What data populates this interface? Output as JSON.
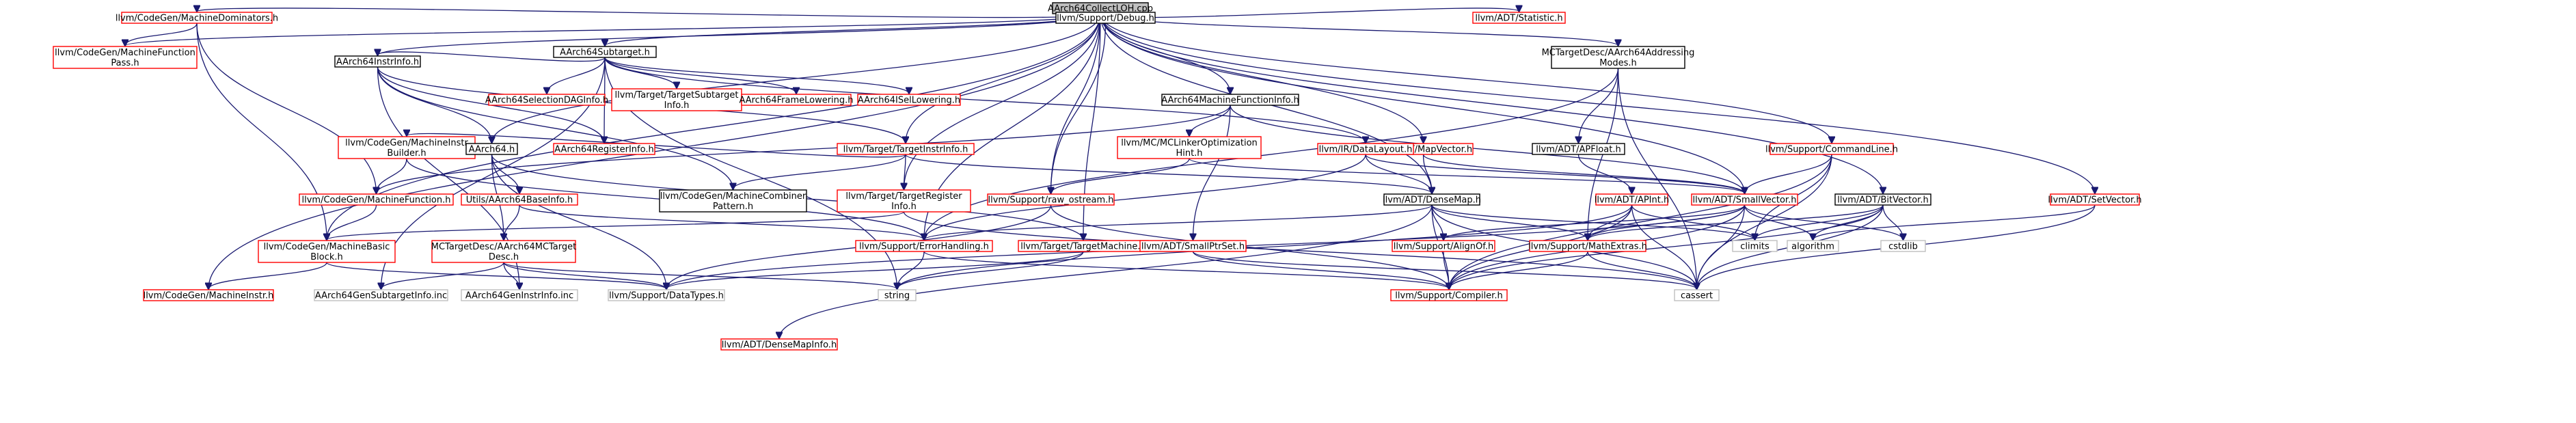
{
  "colors": {
    "edge": "#191970",
    "documented_border": "#000000",
    "undocumented_border": "#ff0000",
    "external_border": "#bfbfbf",
    "root_fill": "#bfbfbf"
  },
  "nodes": [
    {
      "id": "root",
      "lines": [
        "AArch64CollectLOH.cpp"
      ],
      "kind": "root"
    },
    {
      "id": "mdom",
      "lines": [
        "llvm/CodeGen/MachineDominators.h"
      ],
      "kind": "red"
    },
    {
      "id": "subtarget",
      "lines": [
        "AArch64Subtarget.h"
      ],
      "kind": "black"
    },
    {
      "id": "debug",
      "lines": [
        "llvm/Support/Debug.h"
      ],
      "kind": "black"
    },
    {
      "id": "statistic",
      "lines": [
        "llvm/ADT/Statistic.h"
      ],
      "kind": "red"
    },
    {
      "id": "addrmodes",
      "lines": [
        "MCTargetDesc/AArch64Addressing",
        "Modes.h"
      ],
      "kind": "black"
    },
    {
      "id": "cmdline",
      "lines": [
        "llvm/Support/CommandLine.h"
      ],
      "kind": "red"
    },
    {
      "id": "bitvector",
      "lines": [
        "llvm/ADT/BitVector.h"
      ],
      "kind": "black"
    },
    {
      "id": "setvector",
      "lines": [
        "llvm/ADT/SetVector.h"
      ],
      "kind": "red"
    },
    {
      "id": "mfpass",
      "lines": [
        "llvm/CodeGen/MachineFunction",
        "Pass.h"
      ],
      "kind": "red"
    },
    {
      "id": "instrinfo",
      "lines": [
        "AArch64InstrInfo.h"
      ],
      "kind": "black"
    },
    {
      "id": "seldag",
      "lines": [
        "AArch64SelectionDAGInfo.h"
      ],
      "kind": "red"
    },
    {
      "id": "tsubtarget",
      "lines": [
        "llvm/Target/TargetSubtarget",
        "Info.h"
      ],
      "kind": "red"
    },
    {
      "id": "framelow",
      "lines": [
        "AArch64FrameLowering.h"
      ],
      "kind": "red"
    },
    {
      "id": "isellow",
      "lines": [
        "AArch64ISelLowering.h"
      ],
      "kind": "red"
    },
    {
      "id": "mfinfo",
      "lines": [
        "AArch64MachineFunctionInfo.h"
      ],
      "kind": "black"
    },
    {
      "id": "mapvector",
      "lines": [
        "llvm/ADT/MapVector.h"
      ],
      "kind": "red"
    },
    {
      "id": "apfloat",
      "lines": [
        "llvm/ADT/APFloat.h"
      ],
      "kind": "black"
    },
    {
      "id": "mibuilder",
      "lines": [
        "llvm/CodeGen/MachineInstr",
        "Builder.h"
      ],
      "kind": "red"
    },
    {
      "id": "aarch64h",
      "lines": [
        "AArch64.h"
      ],
      "kind": "black"
    },
    {
      "id": "reginfo",
      "lines": [
        "AArch64RegisterInfo.h"
      ],
      "kind": "red"
    },
    {
      "id": "tinstrinfo",
      "lines": [
        "llvm/Target/TargetInstrInfo.h"
      ],
      "kind": "red"
    },
    {
      "id": "mclinker",
      "lines": [
        "llvm/MC/MCLinkerOptimization",
        "Hint.h"
      ],
      "kind": "red"
    },
    {
      "id": "datalayout",
      "lines": [
        "llvm/IR/DataLayout.h"
      ],
      "kind": "red"
    },
    {
      "id": "mfunction",
      "lines": [
        "llvm/CodeGen/MachineFunction.h"
      ],
      "kind": "red"
    },
    {
      "id": "basicinfo",
      "lines": [
        "Utils/AArch64BaseInfo.h"
      ],
      "kind": "red"
    },
    {
      "id": "mcombiner",
      "lines": [
        "llvm/CodeGen/MachineCombiner",
        "Pattern.h"
      ],
      "kind": "black"
    },
    {
      "id": "tregister",
      "lines": [
        "llvm/Target/TargetRegister",
        "Info.h"
      ],
      "kind": "red"
    },
    {
      "id": "rawostream",
      "lines": [
        "llvm/Support/raw_ostream.h"
      ],
      "kind": "red"
    },
    {
      "id": "densemap",
      "lines": [
        "llvm/ADT/DenseMap.h"
      ],
      "kind": "black"
    },
    {
      "id": "apint",
      "lines": [
        "llvm/ADT/APInt.h"
      ],
      "kind": "red"
    },
    {
      "id": "smallvector",
      "lines": [
        "llvm/ADT/SmallVector.h"
      ],
      "kind": "red"
    },
    {
      "id": "mbasicblock",
      "lines": [
        "llvm/CodeGen/MachineBasic",
        "Block.h"
      ],
      "kind": "red"
    },
    {
      "id": "mctargetdesc",
      "lines": [
        "MCTargetDesc/AArch64MCTarget",
        "Desc.h"
      ],
      "kind": "red"
    },
    {
      "id": "errorhandling",
      "lines": [
        "llvm/Support/ErrorHandling.h"
      ],
      "kind": "red"
    },
    {
      "id": "targetmachine",
      "lines": [
        "llvm/Target/TargetMachine.h"
      ],
      "kind": "red"
    },
    {
      "id": "smallptrset",
      "lines": [
        "llvm/ADT/SmallPtrSet.h"
      ],
      "kind": "red"
    },
    {
      "id": "alignof",
      "lines": [
        "llvm/Support/AlignOf.h"
      ],
      "kind": "red"
    },
    {
      "id": "mathextras",
      "lines": [
        "llvm/Support/MathExtras.h"
      ],
      "kind": "red"
    },
    {
      "id": "climits",
      "lines": [
        "climits"
      ],
      "kind": "grey"
    },
    {
      "id": "algorithm",
      "lines": [
        "algorithm"
      ],
      "kind": "grey"
    },
    {
      "id": "cstdlib",
      "lines": [
        "cstdlib"
      ],
      "kind": "grey"
    },
    {
      "id": "minstr",
      "lines": [
        "llvm/CodeGen/MachineInstr.h"
      ],
      "kind": "red"
    },
    {
      "id": "gensubinc",
      "lines": [
        "AArch64GenSubtargetInfo.inc"
      ],
      "kind": "grey"
    },
    {
      "id": "geninstrinc",
      "lines": [
        "AArch64GenInstrInfo.inc"
      ],
      "kind": "grey"
    },
    {
      "id": "datatypes",
      "lines": [
        "llvm/Support/DataTypes.h"
      ],
      "kind": "grey"
    },
    {
      "id": "string",
      "lines": [
        "string"
      ],
      "kind": "grey"
    },
    {
      "id": "compiler",
      "lines": [
        "llvm/Support/Compiler.h"
      ],
      "kind": "red"
    },
    {
      "id": "cassert",
      "lines": [
        "cassert"
      ],
      "kind": "grey"
    },
    {
      "id": "densemapinfo",
      "lines": [
        "llvm/ADT/DenseMapInfo.h"
      ],
      "kind": "red"
    }
  ]
}
